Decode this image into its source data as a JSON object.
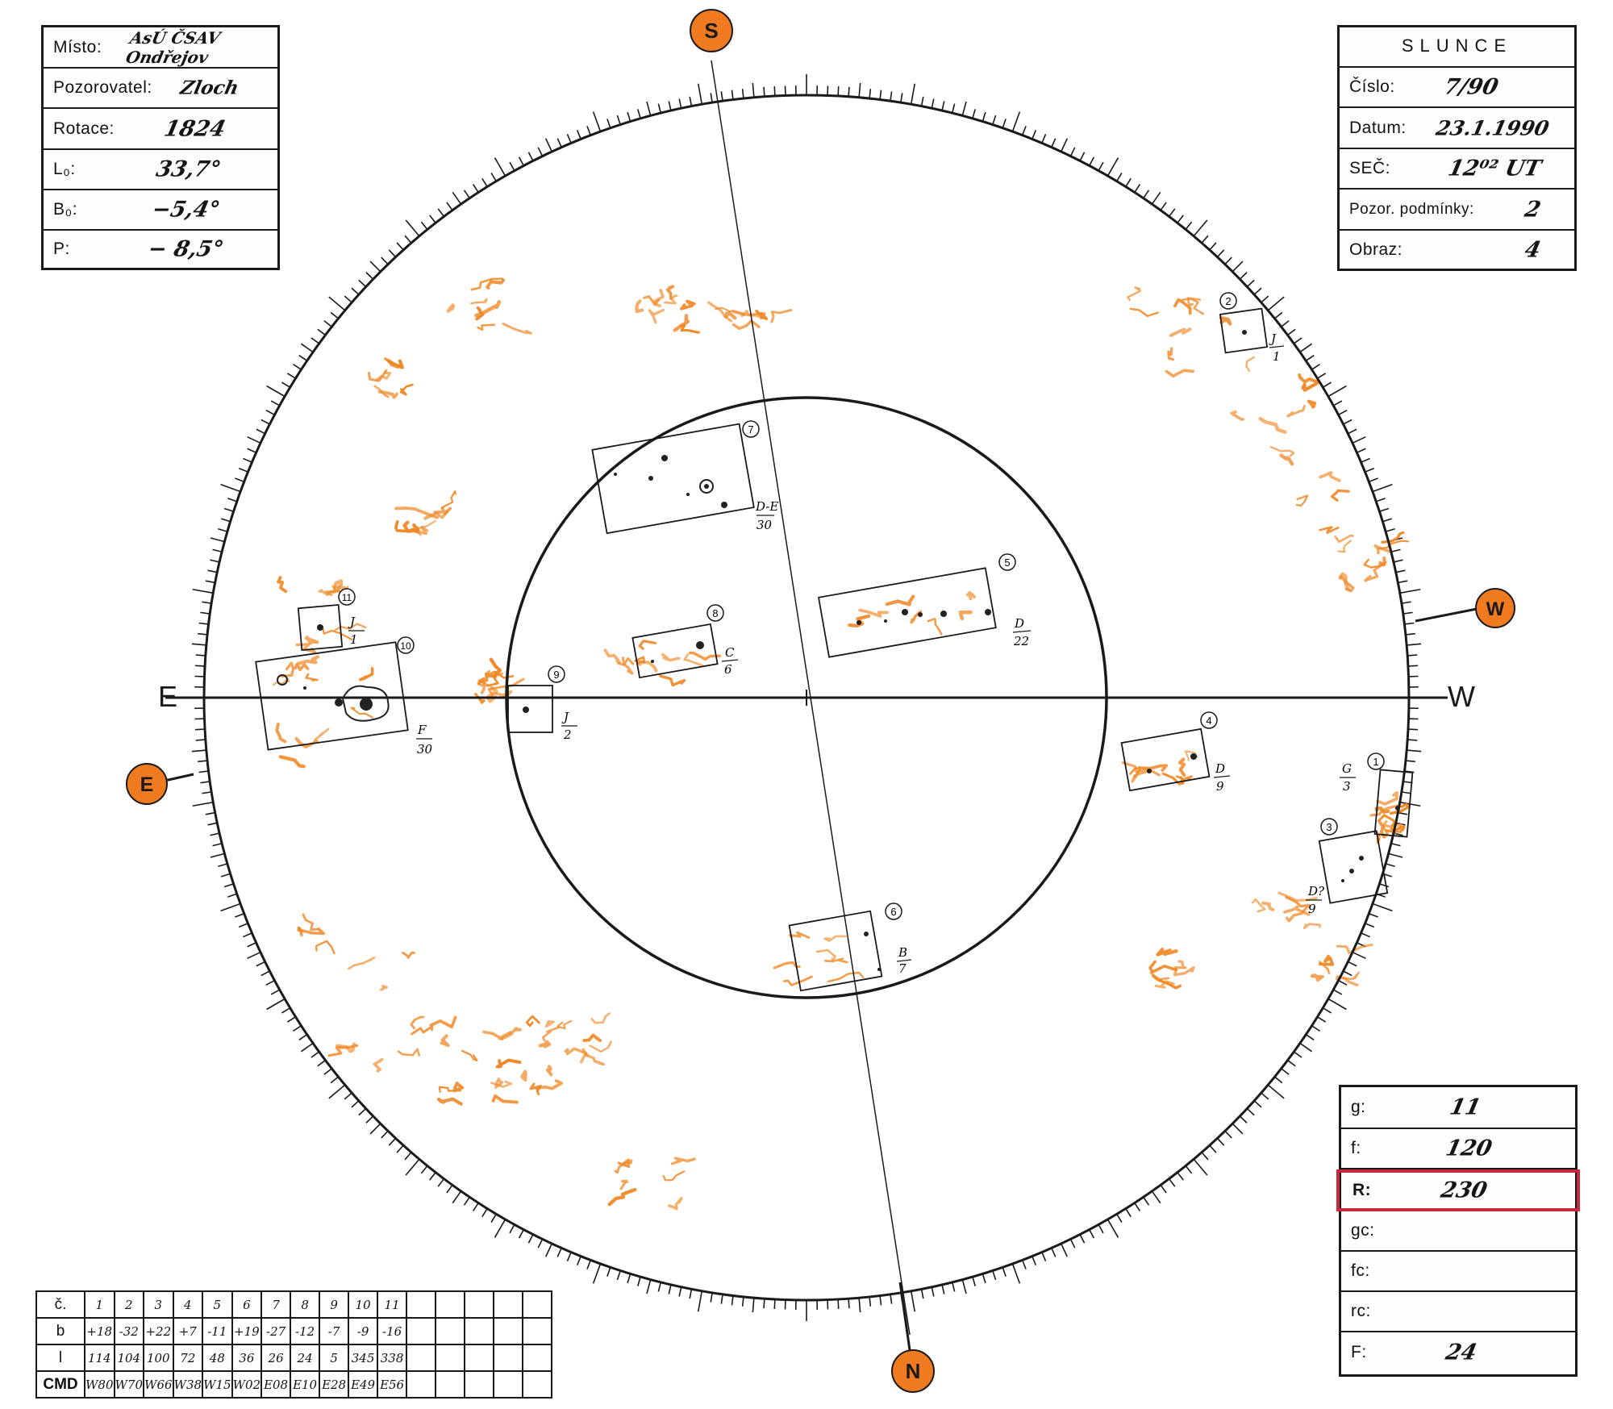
{
  "info_box": {
    "misto_label": "Místo:",
    "misto_value": "AsÚ ČSAV Ondřejov",
    "pozorovatel_label": "Pozorovatel:",
    "pozorovatel_value": "Zloch",
    "rotace_label": "Rotace:",
    "rotace_value": "1824",
    "l0_label": "L₀:",
    "l0_value": "33,7°",
    "b0_label": "B₀:",
    "b0_value": "−5,4°",
    "p_label": "P:",
    "p_value": "− 8,5°"
  },
  "slunce_box": {
    "title": "SLUNCE",
    "cislo_label": "Číslo:",
    "cislo_value": "7/90",
    "datum_label": "Datum:",
    "datum_value": "23.1.1990",
    "sec_label": "SEČ:",
    "sec_value": "12⁰² UT",
    "podminky_label": "Pozor. podmínky:",
    "podminky_value": "2",
    "obraz_label": "Obraz:",
    "obraz_value": "4"
  },
  "count_box": {
    "g_label": "g:",
    "g_value": "11",
    "f_label": "f:",
    "f_value": "120",
    "r_label": "R:",
    "r_value": "230",
    "gc_label": "gc:",
    "gc_value": "",
    "fc_label": "fc:",
    "fc_value": "",
    "rc_label": "rc:",
    "rc_value": "",
    "ff_label": "F:",
    "ff_value": "24"
  },
  "compass": {
    "south": "S",
    "north": "N",
    "east": "E",
    "west": "W"
  },
  "colors": {
    "ink": "#1a1a1a",
    "facula": "#f08a2a",
    "marker": "#ef7a1f",
    "highlight": "#c8283a"
  },
  "groups": [
    {
      "num": "1",
      "type": "G",
      "count": "3"
    },
    {
      "num": "2",
      "type": "J",
      "count": "1"
    },
    {
      "num": "3",
      "type": "D?",
      "count": "9"
    },
    {
      "num": "4",
      "type": "D",
      "count": "9"
    },
    {
      "num": "5",
      "type": "D",
      "count": "22"
    },
    {
      "num": "6",
      "type": "B",
      "count": "7"
    },
    {
      "num": "7",
      "type": "D-E",
      "count": "30"
    },
    {
      "num": "8",
      "type": "C",
      "count": "6"
    },
    {
      "num": "9",
      "type": "J",
      "count": "2"
    },
    {
      "num": "10",
      "type": "F",
      "count": "30"
    },
    {
      "num": "11",
      "type": "J",
      "count": "1"
    }
  ],
  "table": {
    "headers": [
      "č.",
      "b",
      "l",
      "CMD"
    ],
    "num": [
      "1",
      "2",
      "3",
      "4",
      "5",
      "6",
      "7",
      "8",
      "9",
      "10",
      "11"
    ],
    "b": [
      "+18",
      "-32",
      "+22",
      "+7",
      "-11",
      "+19",
      "-27",
      "-12",
      "-7",
      "-9",
      "-16"
    ],
    "l": [
      "114",
      "104",
      "100",
      "72",
      "48",
      "36",
      "26",
      "24",
      "5",
      "345",
      "338"
    ],
    "cmd": [
      "W80",
      "W70",
      "W66",
      "W38",
      "W15",
      "W02",
      "E08",
      "E10",
      "E28",
      "E49",
      "E56"
    ]
  }
}
